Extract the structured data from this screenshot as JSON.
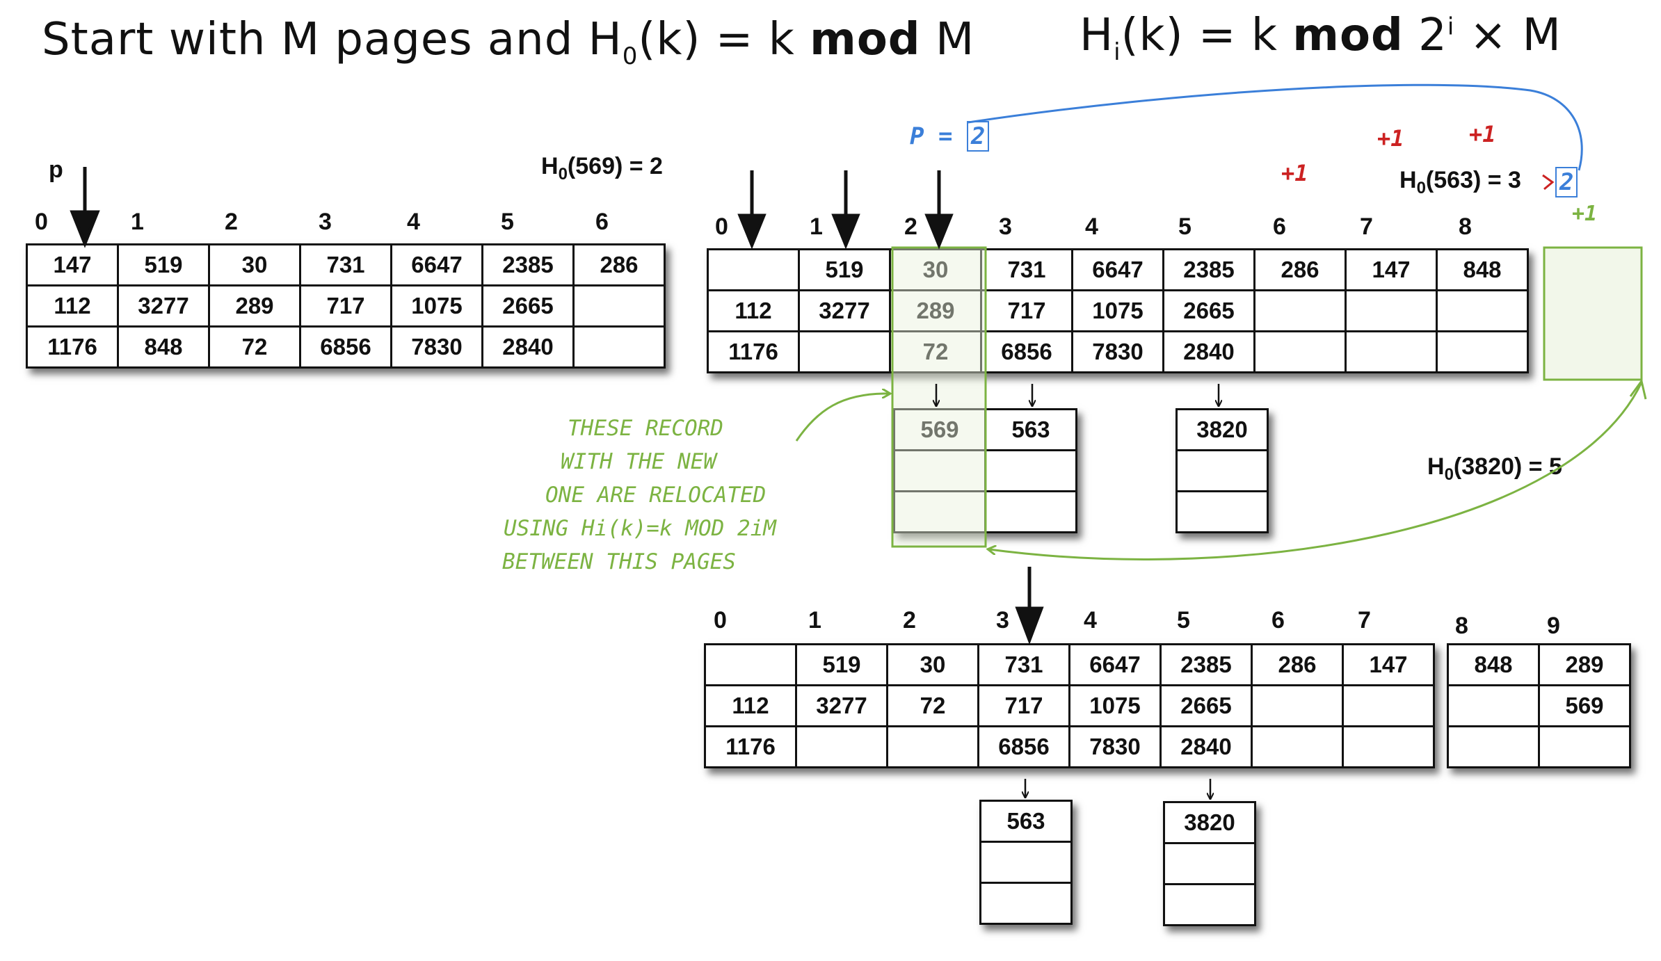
{
  "titles": {
    "left_text": "Start with M pages and H",
    "left_sub": "0",
    "left_tail": "(k) = k",
    "left_bold": "mod",
    "left_end": "M",
    "right_text": "H",
    "right_sub": "i",
    "right_tail": "(k) = k",
    "right_bold": "mod",
    "right_two": "2",
    "right_sup": "i",
    "right_end": "× M"
  },
  "table1": {
    "pointer_label": "p",
    "hash_label_fn": "H",
    "hash_label_sub": "0",
    "hash_label_rest": "(569) = 2",
    "indices": [
      "0",
      "1",
      "2",
      "3",
      "4",
      "5",
      "6"
    ],
    "rows": [
      [
        "147",
        "519",
        "30",
        "731",
        "6647",
        "2385",
        "286"
      ],
      [
        "112",
        "3277",
        "289",
        "717",
        "1075",
        "2665",
        ""
      ],
      [
        "1176",
        "848",
        "72",
        "6856",
        "7830",
        "2840",
        ""
      ]
    ]
  },
  "table2": {
    "indices": [
      "0",
      "1",
      "2",
      "3",
      "4",
      "5",
      "6",
      "7",
      "8"
    ],
    "rows": [
      [
        "",
        "519",
        "30",
        "731",
        "6647",
        "2385",
        "286",
        "147",
        "848"
      ],
      [
        "112",
        "3277",
        "289",
        "717",
        "1075",
        "2665",
        "",
        "",
        ""
      ],
      [
        "1176",
        "",
        "72",
        "6856",
        "7830",
        "2840",
        "",
        "",
        ""
      ]
    ],
    "overflow_a": [
      [
        "569",
        "563"
      ],
      [
        "",
        ""
      ],
      [
        "",
        ""
      ]
    ],
    "overflow_b": [
      [
        "3820"
      ],
      [
        ""
      ],
      [
        ""
      ]
    ],
    "p_label": "P =",
    "p_value": "2",
    "hash_563_fn": "H",
    "hash_563_sub": "0",
    "hash_563_rest": "(563) = 3",
    "hash_563_fix": "2",
    "hash_3820_fn": "H",
    "hash_3820_sub": "0",
    "hash_3820_rest": "(3820) = 5",
    "plus_marks": [
      "+1",
      "+1",
      "+1"
    ],
    "plus_green": "+1",
    "note_lines": [
      "THESE RECORD",
      "WITH THE NEW",
      "ONE ARE RELOCATED",
      "USING Hi(k)=k MOD 2iM",
      "BETWEEN THIS PAGES"
    ]
  },
  "table3": {
    "indices": [
      "0",
      "1",
      "2",
      "3",
      "4",
      "5",
      "6",
      "7",
      "8",
      "9"
    ],
    "rows": [
      [
        "",
        "519",
        "30",
        "731",
        "6647",
        "2385",
        "286",
        "147"
      ],
      [
        "112",
        "3277",
        "72",
        "717",
        "1075",
        "2665",
        "",
        ""
      ],
      [
        "1176",
        "",
        "",
        "6856",
        "7830",
        "2840",
        "",
        ""
      ]
    ],
    "rows_right": [
      [
        "848",
        "289"
      ],
      [
        "",
        "569"
      ],
      [
        "",
        ""
      ]
    ],
    "overflow_a": [
      [
        "563"
      ],
      [
        ""
      ],
      [
        ""
      ]
    ],
    "overflow_b": [
      [
        "3820"
      ],
      [
        ""
      ],
      [
        ""
      ]
    ]
  },
  "colors": {
    "ink": "#111111",
    "blue": "#3b7fd9",
    "red": "#cc2222",
    "green": "#7cb342",
    "green_fill": "#e9f2dc"
  }
}
